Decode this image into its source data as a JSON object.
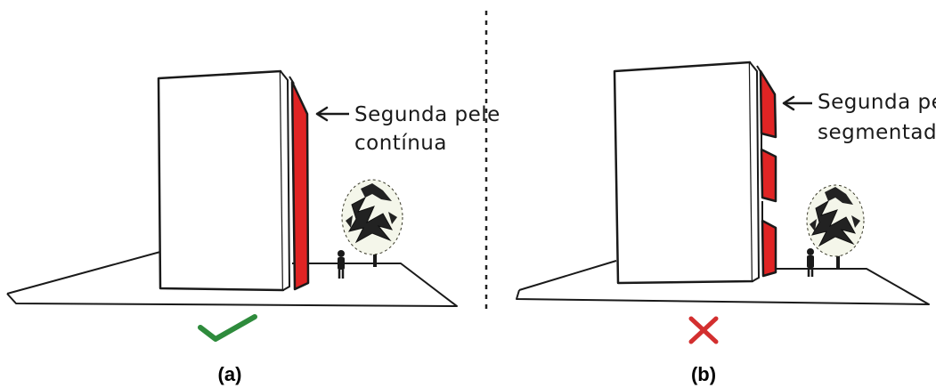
{
  "panels": [
    {
      "caption": "(a)",
      "label_line1": "Segunda pele",
      "label_line2": "contínua",
      "verdict_icon": "check-icon",
      "verdict_color": "#2e8b3c"
    },
    {
      "caption": "(b)",
      "label_line1": "Segunda pele",
      "label_line2": "segmentada",
      "verdict_icon": "cross-icon",
      "verdict_color": "#d32f2f"
    }
  ],
  "colors": {
    "skin_red": "#e02424",
    "ink": "#1a1a1a",
    "divider": "#222222"
  }
}
